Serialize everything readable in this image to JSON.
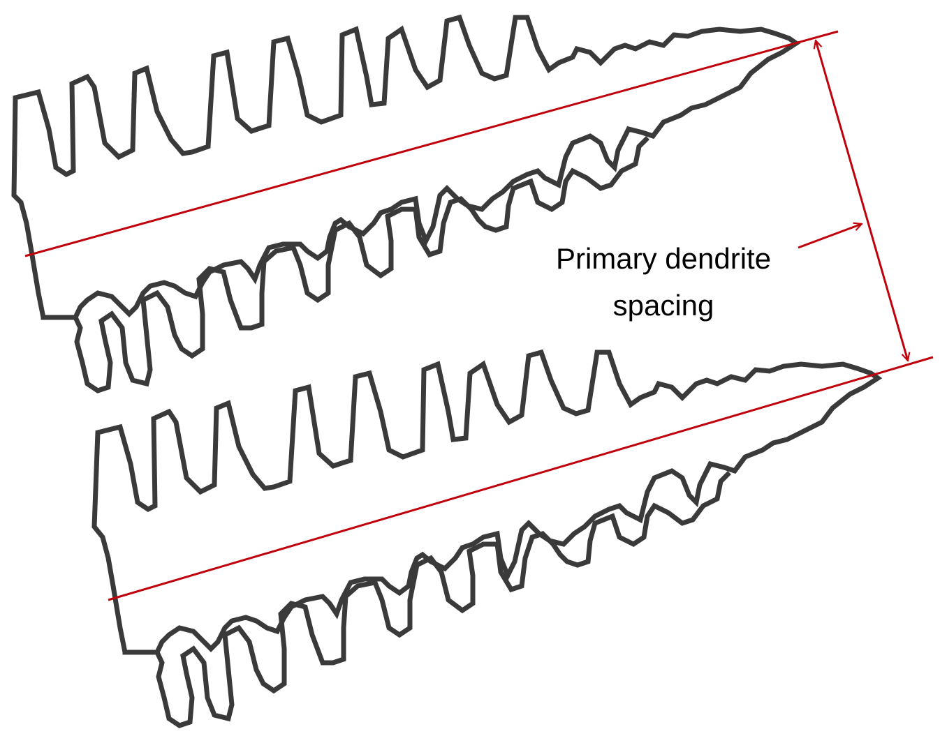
{
  "diagram": {
    "annotation": {
      "line1": "Primary dendrite",
      "line2": "spacing"
    },
    "colors": {
      "outline": "#3a3a3a",
      "accent": "#c0000b",
      "text": "#000000",
      "background": "#ffffff"
    },
    "elements": {
      "dendrite_count": 2,
      "dendrite_names": [
        "upper-dendrite",
        "lower-dendrite"
      ],
      "measurement": "primary-dendrite-spacing"
    }
  }
}
